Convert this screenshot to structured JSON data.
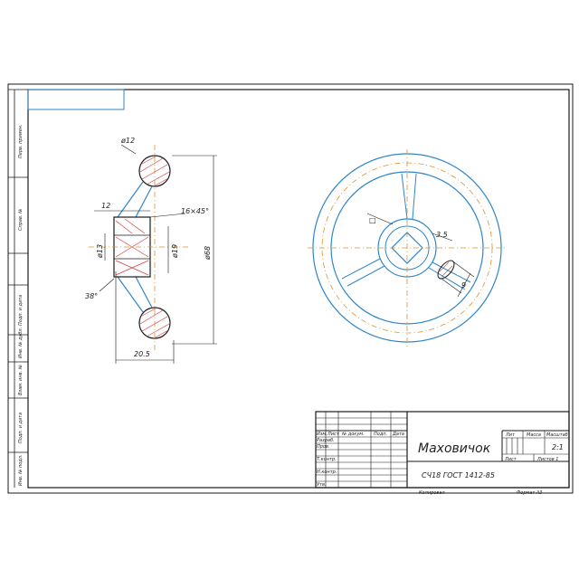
{
  "side_stamp": [
    "Перв. примен.",
    "Справ. №",
    "Подп. и дата",
    "Инв. № дубл.",
    "Взам. инв. №",
    "Подп. и дата",
    "Инв. № подл."
  ],
  "dimensions": {
    "d12": "ø12",
    "w12": "12",
    "chamfer": "16×45°",
    "d13": "ø13",
    "d19": "ø19",
    "d68": "ø68",
    "angle": "38°",
    "w205": "20.5",
    "sq": "□",
    "r35": "3.5",
    "ell": "9"
  },
  "title_block": {
    "name": "Маховичок",
    "material": "СЧ18 ГОСТ 1412-85",
    "lit_header": "Лит",
    "mass_header": "Масса",
    "scale_header": "Масштаб",
    "scale_value": "2:1",
    "sheet": "Лист",
    "sheets": "Листов 1",
    "copied": "Копировал",
    "format": "Формат  А3",
    "columns": [
      "Изм.",
      "Лист",
      "№ докум.",
      "Подп.",
      "Дата"
    ],
    "roles": [
      "Разраб.",
      "Пров.",
      "Т.контр.",
      "Н.контр.",
      "Утв."
    ]
  }
}
